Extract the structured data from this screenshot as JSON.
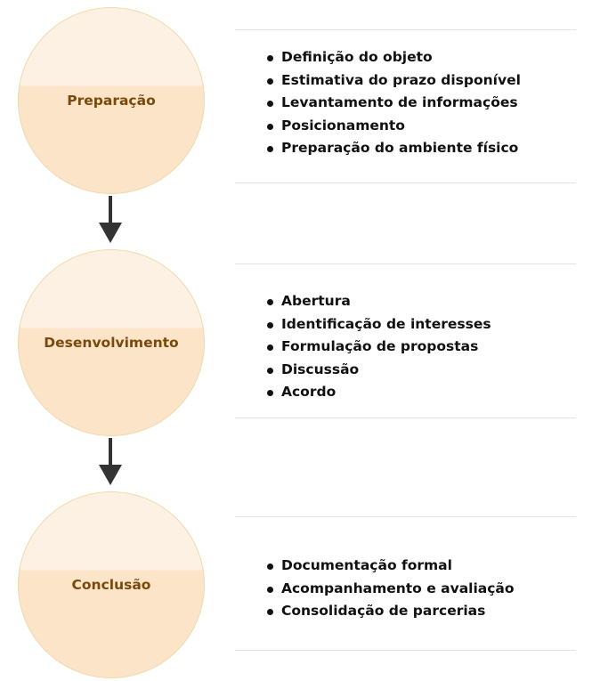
{
  "colors": {
    "circle_top": "#fdf1e3",
    "circle_bottom": "#fbe4c8",
    "circle_border": "#f0d9ab",
    "label_text": "#7a4a0a",
    "arrow": "#333333",
    "divider": "#e3e3e3"
  },
  "stages": [
    {
      "label": "Preparação",
      "items": [
        "Definição do objeto",
        "Estimativa do prazo disponível",
        "Levantamento de informações",
        "Posicionamento",
        "Preparação do ambiente físico"
      ]
    },
    {
      "label": "Desenvolvimento",
      "items": [
        "Abertura",
        "Identificação de interesses",
        "Formulação de propostas",
        "Discussão",
        "Acordo"
      ]
    },
    {
      "label": "Conclusão",
      "items": [
        "Documentação formal",
        "Acompanhamento e avaliação",
        "Consolidação de parcerias"
      ]
    }
  ]
}
